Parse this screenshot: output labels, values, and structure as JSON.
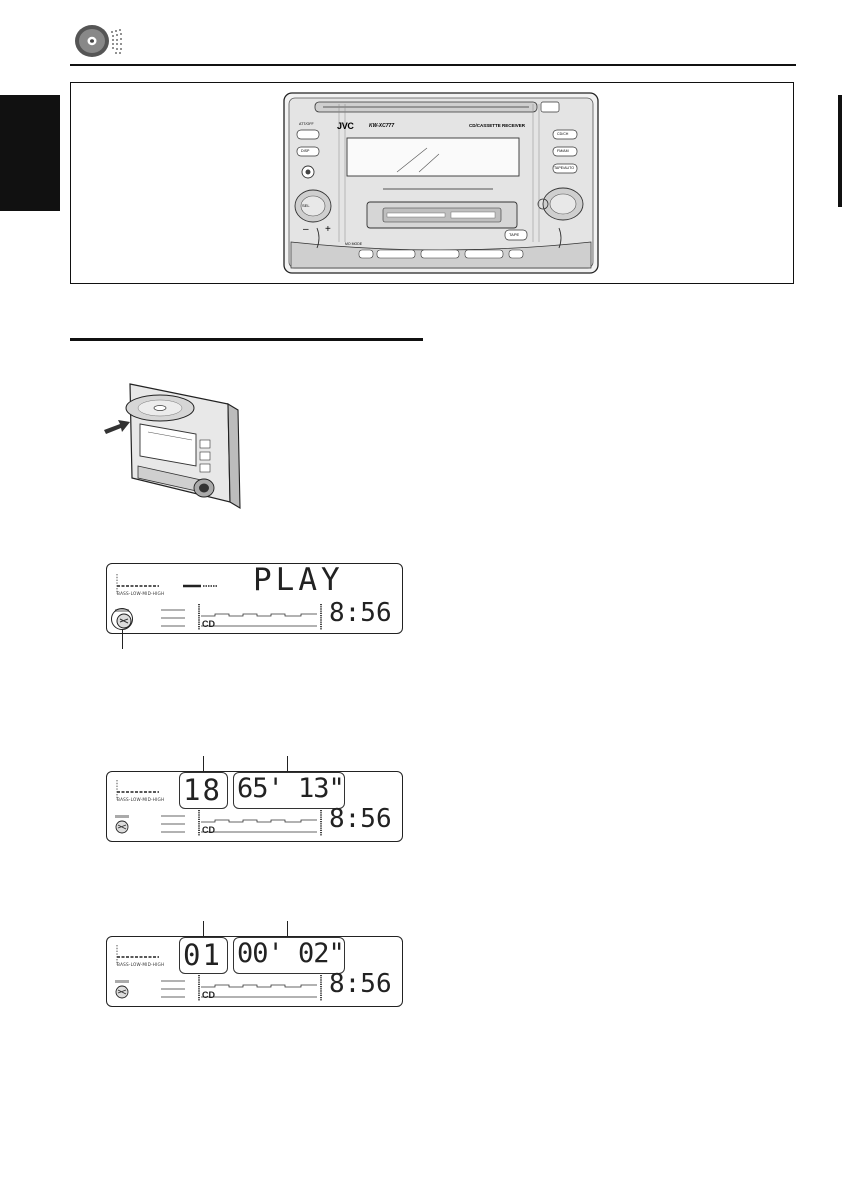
{
  "receiver": {
    "brand": "JVC",
    "model": "KW-XC777",
    "type_label": "CD/CASSETTE RECEIVER",
    "buttons": {
      "attention_off": "ATT/OFF",
      "disp": "DISP",
      "sel": "SEL",
      "cd_ch": "CD/CH",
      "fm_am": "FM/AM",
      "tape_auto": "TAPE/AUTO",
      "vol_minus": "–",
      "vol_plus": "+",
      "mo_mode": "MO MODE",
      "tape_eject": "TAPE"
    }
  },
  "displays": [
    {
      "main_text": "PLAY",
      "clock": "8:56",
      "source": "CD",
      "eq_labels": "BASS-LOW-MID-HIGH"
    },
    {
      "track": "18",
      "time": "65' 13\"",
      "clock": "8:56",
      "source": "CD",
      "eq_labels": "BASS-LOW-MID-HIGH"
    },
    {
      "track": "01",
      "time": "00' 02\"",
      "clock": "8:56",
      "source": "CD",
      "eq_labels": "BASS-LOW-MID-HIGH"
    }
  ],
  "colors": {
    "ink": "#111111",
    "panel_gray": "#d8d8d8",
    "panel_dark": "#9a9a9a"
  },
  "icons": [
    "disc-icon",
    "cd-insert-illustration",
    "disc-indicator-icon"
  ]
}
